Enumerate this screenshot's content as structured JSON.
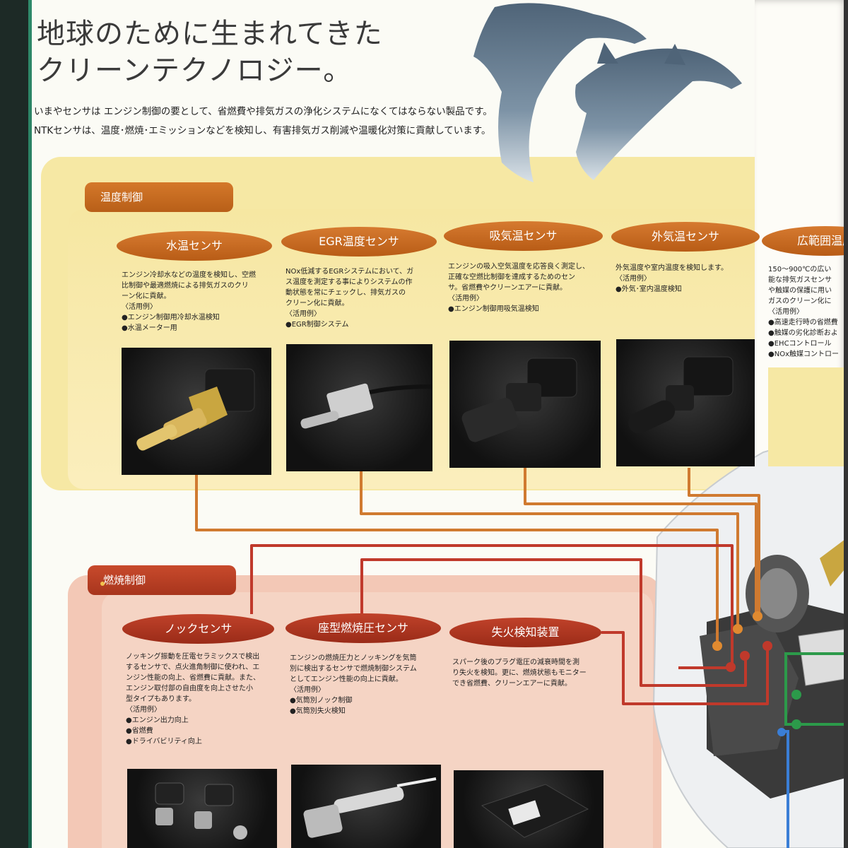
{
  "header": {
    "title_line1": "地球のために生まれてきた",
    "title_line2": "クリーンテクノロジー。",
    "intro_line1": "いまやセンサは エンジン制御の要として、省燃費や排気ガスの浄化システムになくてはならない製品です。",
    "intro_line2": "NTKセンサは、温度･燃焼･エミッションなどを検知し、有害排気ガス削減や温暖化対策に貢献しています。"
  },
  "temperature_section": {
    "label": "温度制御",
    "sensors": [
      {
        "name": "水温センサ",
        "desc": [
          "エンジン冷却水などの温度を検知し、空燃",
          "比制御や最適燃焼による排気ガスのクリ",
          "ーン化に貢献。"
        ],
        "usage_label": "〈活用例〉",
        "usage": [
          "●エンジン制御用冷却水温検知",
          "●水温メーター用"
        ]
      },
      {
        "name": "EGR温度センサ",
        "desc": [
          "NOx低減するEGRシステムにおいて、ガ",
          "ス温度を測定する事によりシステムの作",
          "動状態を常にチェックし、排気ガスの",
          "クリーン化に貢献。"
        ],
        "usage_label": "〈活用例〉",
        "usage": [
          "●EGR制御システム"
        ]
      },
      {
        "name": "吸気温センサ",
        "desc": [
          "エンジンの吸入空気温度を応答良く測定し、",
          "正確な空燃比制御を達成するためのセン",
          "サ。省燃費やクリーンエアーに貢献。"
        ],
        "usage_label": "〈活用例〉",
        "usage": [
          "●エンジン制御用吸気温検知"
        ]
      },
      {
        "name": "外気温センサ",
        "desc": [
          "外気温度や室内温度を検知します。"
        ],
        "usage_label": "〈活用例〉",
        "usage": [
          "●外気･室内温度検知"
        ]
      },
      {
        "name": "広範囲温度",
        "desc": [
          "150～900℃の広い",
          "能な排気ガスセンサ",
          "や触媒の保護に用い",
          "ガスのクリーン化に"
        ],
        "usage_label": "〈活用例〉",
        "usage": [
          "●高速走行時の省燃費",
          "●触媒の劣化診断およ",
          "●EHCコントロール",
          "●NOx触媒コントロー"
        ]
      }
    ]
  },
  "combustion_section": {
    "label": "燃焼制御",
    "sensors": [
      {
        "name": "ノックセンサ",
        "desc": [
          "ノッキング振動を圧電セラミックスで検出",
          "するセンサで、点火進角制御に使われ、エ",
          "ンジン性能の向上、省燃費に貢献。また、",
          "エンジン取付部の自由度を向上させた小",
          "型タイプもあります。"
        ],
        "usage_label": "〈活用例〉",
        "usage": [
          "●エンジン出力向上",
          "●省燃費",
          "●ドライバビリティ向上"
        ]
      },
      {
        "name": "座型燃焼圧センサ",
        "desc": [
          "エンジンの燃焼圧力とノッキングを気筒",
          "別に検出するセンサで燃焼制御システム",
          "としてエンジン性能の向上に貢献。"
        ],
        "usage_label": "〈活用例〉",
        "usage": [
          "●気筒別ノック制御",
          "●気筒別失火検知"
        ]
      },
      {
        "name": "失火検知装置",
        "desc": [
          "スパーク後のプラグ電圧の減衰時間を測",
          "り失火を検知。更に、燃焼状態もモニター",
          "でき省燃費、クリーンエアーに貢献。"
        ],
        "usage_label": "",
        "usage": []
      }
    ]
  },
  "colors": {
    "temp_accent": "#c8691f",
    "comb_accent": "#b03a22",
    "temp_band": "#f6e8a4",
    "comb_band": "#f3c8b6"
  }
}
